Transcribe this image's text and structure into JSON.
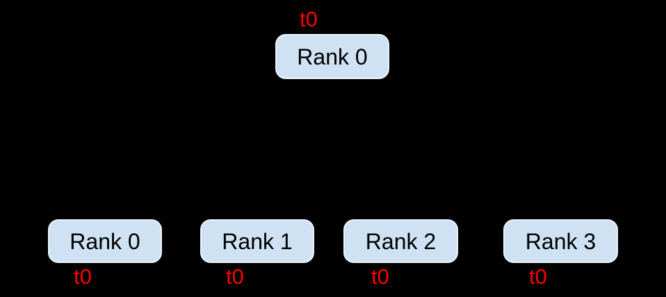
{
  "colors": {
    "background": "#000000",
    "node_fill": "#cfe2f3",
    "node_border": "#edf3fa",
    "node_text": "#000000",
    "time_label_text": "#ff0000"
  },
  "diagram": {
    "root": {
      "label": "Rank 0",
      "time": "t0"
    },
    "children": [
      {
        "label": "Rank 0",
        "time": "t0"
      },
      {
        "label": "Rank 1",
        "time": "t0"
      },
      {
        "label": "Rank 2",
        "time": "t0"
      },
      {
        "label": "Rank 3",
        "time": "t0"
      }
    ]
  }
}
